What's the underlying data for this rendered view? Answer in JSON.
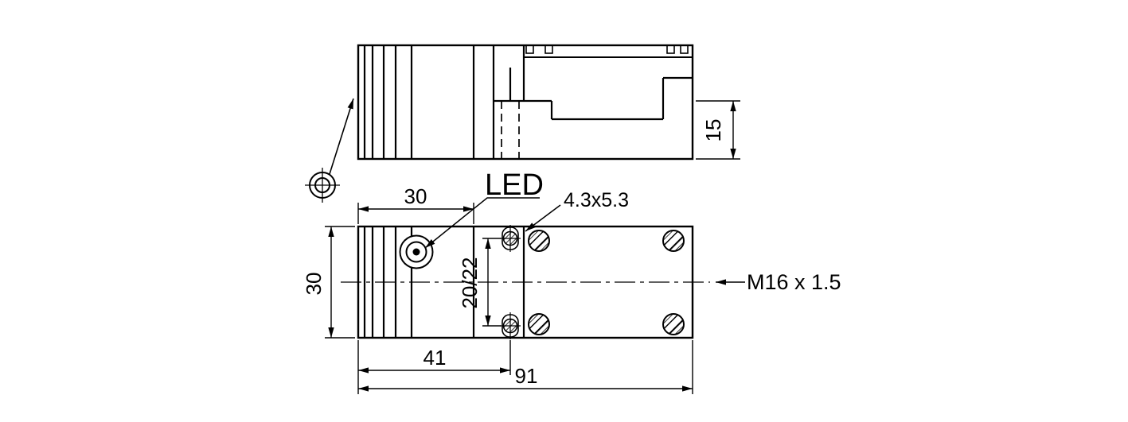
{
  "drawing": {
    "title": "sensor-dimension-drawing",
    "labels": {
      "led": "LED",
      "slot_size": "4.3x5.3",
      "thread": "M16 x 1.5"
    },
    "dimensions": {
      "side_height": "15",
      "front_section_width": "30",
      "body_width": "30",
      "slot_spacing": "20/22",
      "slot_offset": "41",
      "overall_length": "91"
    },
    "colors": {
      "ink": "#000000",
      "background": "#ffffff"
    }
  }
}
